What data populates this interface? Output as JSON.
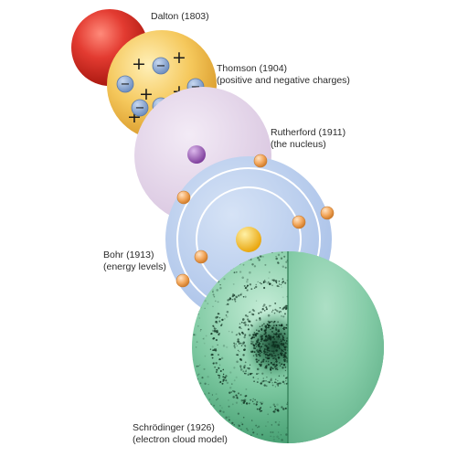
{
  "models": [
    {
      "name": "Dalton (1803)",
      "note": ""
    },
    {
      "name": "Thomson (1904)",
      "note": "(positive and negative charges)"
    },
    {
      "name": "Rutherford (1911)",
      "note": "(the nucleus)"
    },
    {
      "name": "Bohr (1913)",
      "note": "(energy levels)"
    },
    {
      "name": "Schrödinger (1926)",
      "note": "(electron cloud model)"
    }
  ],
  "symbols": {
    "positive": "+",
    "negative": "−"
  },
  "colors": {
    "dalton": "#d9302b",
    "thomson": "#f3c45a",
    "rutherford": "#e4d6ea",
    "bohr": "#bcd0ee",
    "schrodinger": "#6fbf97",
    "electron": "#f2a65a",
    "nucleus_rutherford": "#9b62b3",
    "nucleus_bohr": "#f7c733",
    "negative_charge": "#6f8fc0"
  }
}
